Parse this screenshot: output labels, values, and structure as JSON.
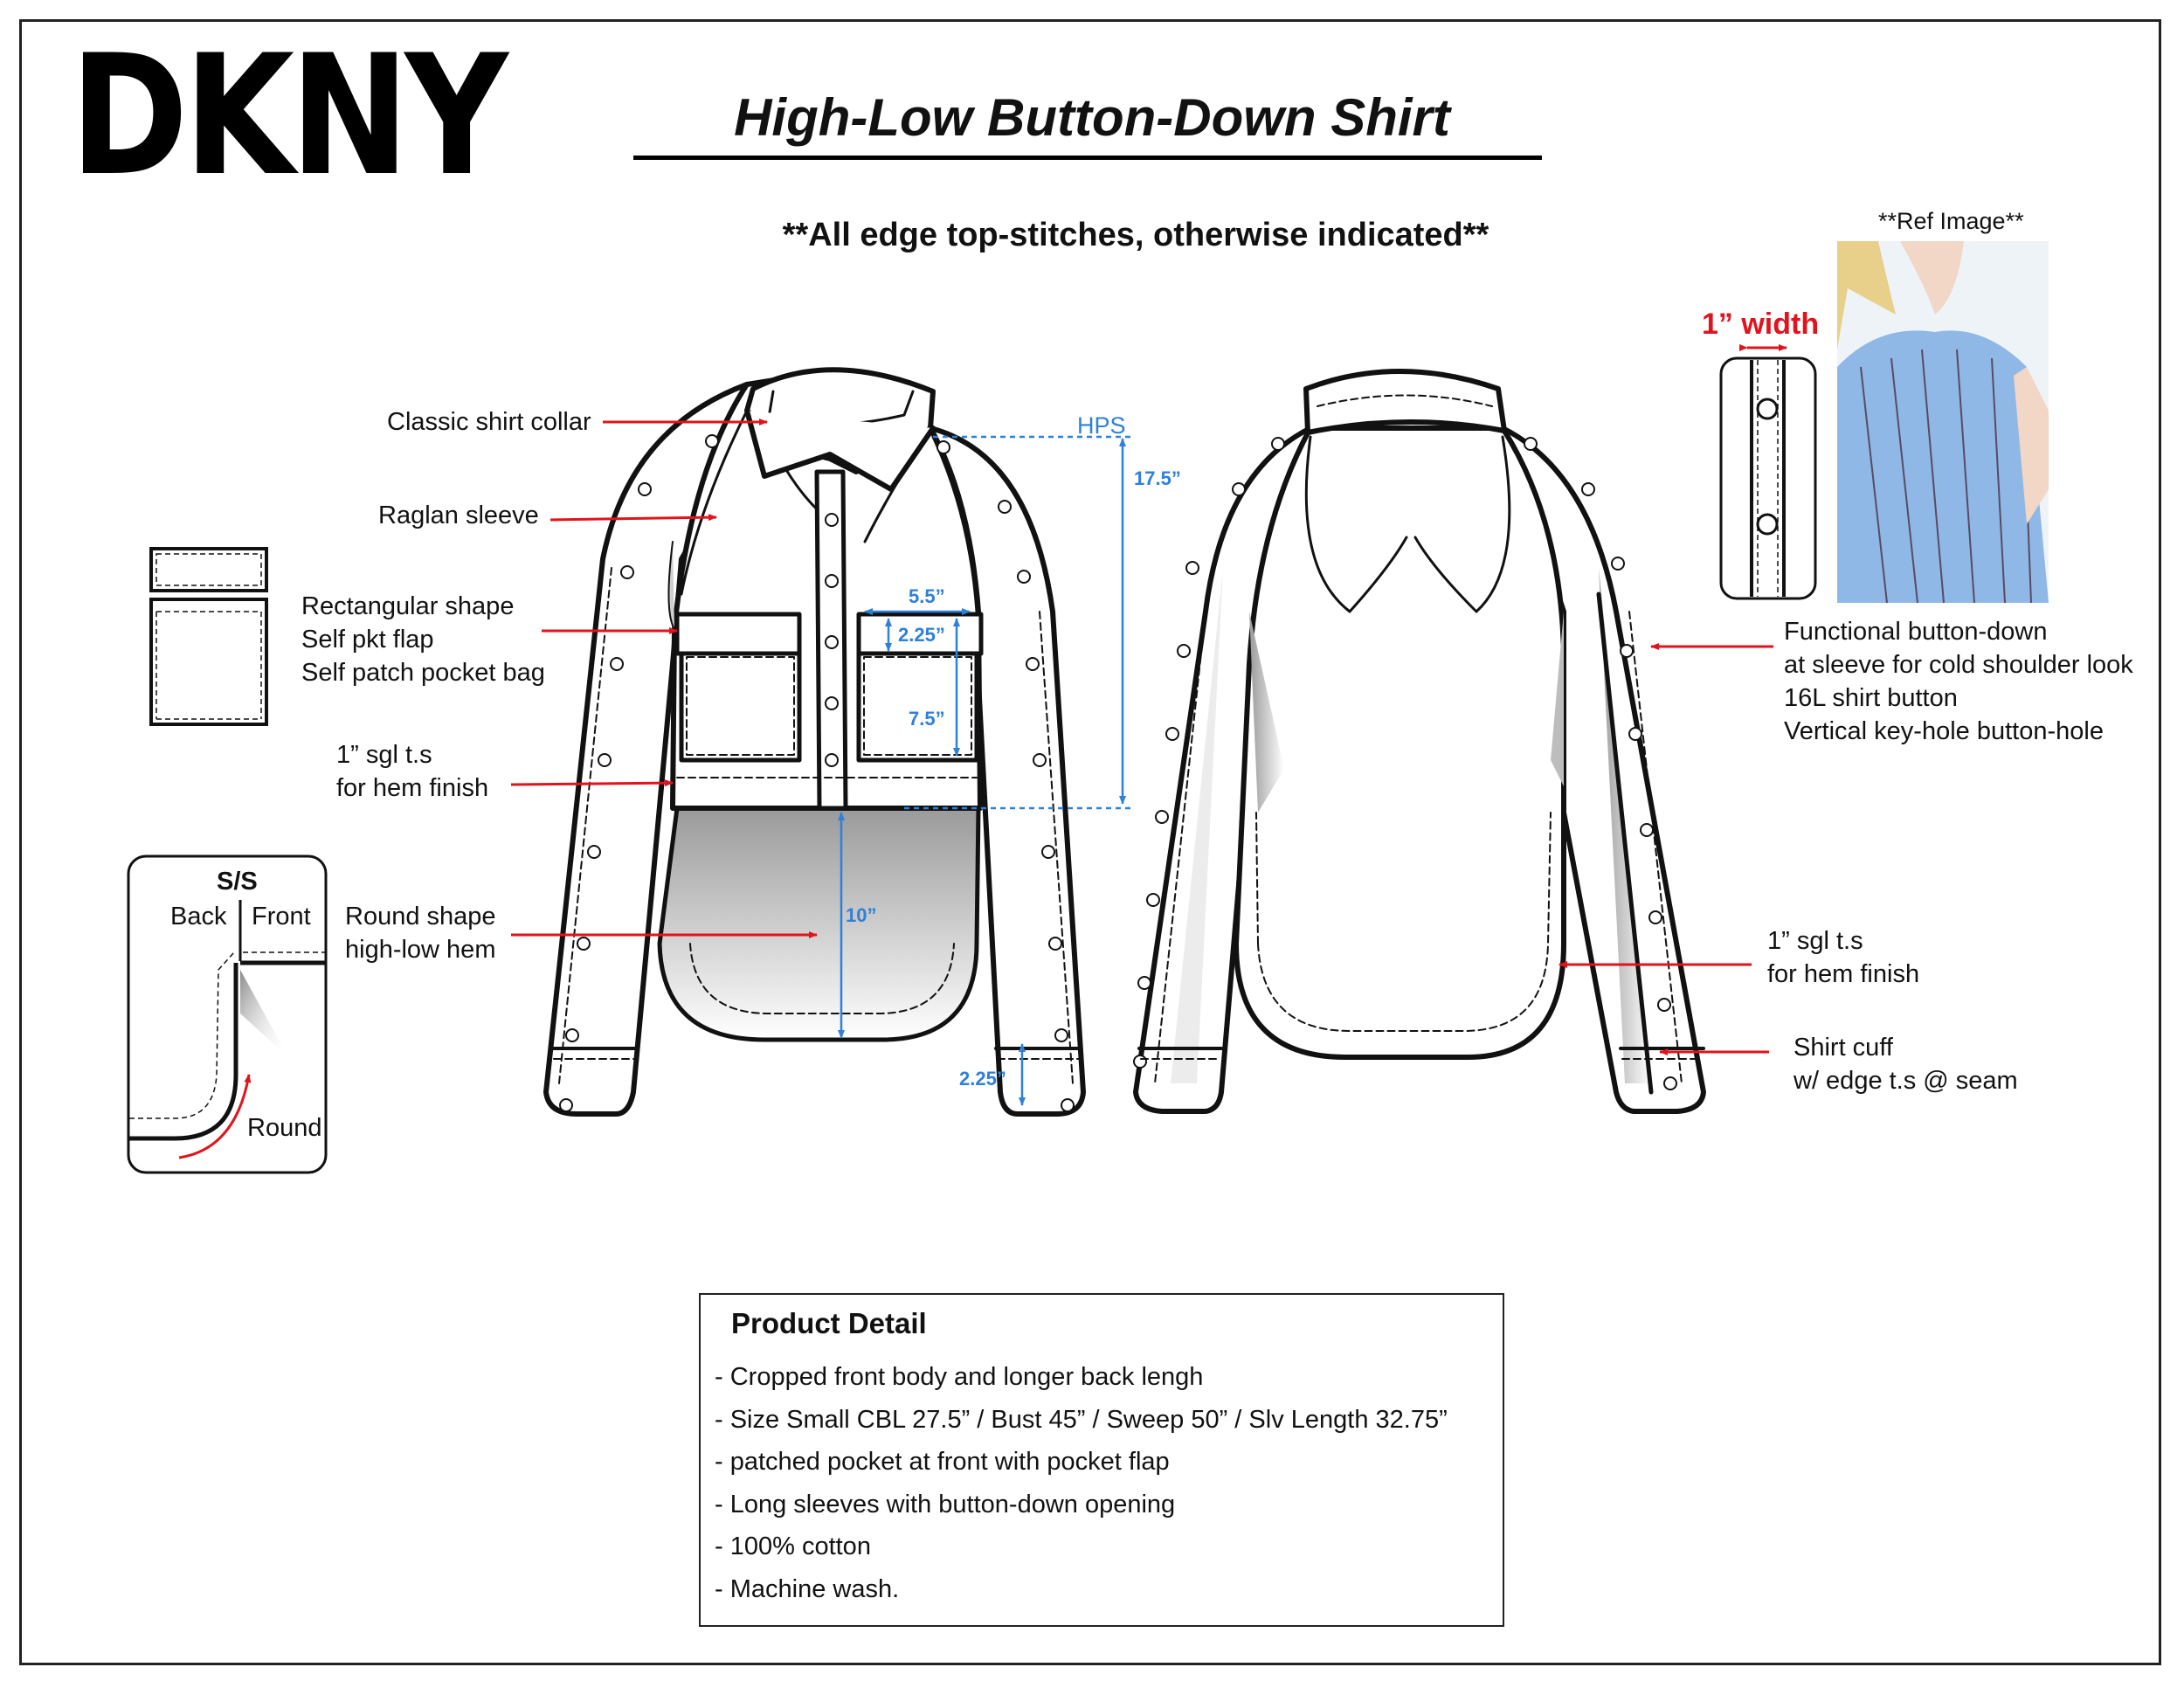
{
  "brand": "DKNY",
  "title": "High-Low Button-Down Shirt",
  "stitch_note": "**All edge top-stitches, otherwise indicated**",
  "ref_image_label": "**Ref Image**",
  "callouts": {
    "collar": "Classic shirt collar",
    "raglan": "Raglan sleeve",
    "pocket": [
      "Rectangular shape",
      "Self pkt flap",
      "Self patch pocket bag"
    ],
    "hem_front": [
      "1” sgl t.s",
      "for hem finish"
    ],
    "round_hem": [
      "Round shape",
      "high-low hem"
    ],
    "sleeve_button": [
      "Functional button-down",
      "at sleeve for cold shoulder look",
      "16L shirt button",
      "Vertical key-hole button-hole"
    ],
    "hem_back": [
      "1” sgl t.s",
      "for hem finish"
    ],
    "cuff": [
      "Shirt cuff",
      "w/ edge t.s @ seam"
    ]
  },
  "side_seam_detail": {
    "heading": "S/S",
    "back": "Back",
    "front": "Front",
    "round": "Round"
  },
  "placket_width_label": "1” width",
  "measurements": {
    "hps": "HPS",
    "hps_to_hem": "17.5”",
    "pocket_width": "5.5”",
    "flap_height": "2.25”",
    "pocket_height": "7.5”",
    "high_low_drop": "10”",
    "cuff_height": "2.25”"
  },
  "product_detail": {
    "heading": "Product Detail",
    "items": [
      "- Cropped front body and longer back lengh",
      "- Size Small CBL 27.5” / Bust 45” / Sweep 50” / Slv Length 32.75”",
      "- patched pocket at front with pocket flap",
      "- Long sleeves with button-down opening",
      "- 100% cotton",
      "- Machine wash."
    ]
  },
  "colors": {
    "callout_arrow": "#e0141c",
    "measure_line": "#2f80d8",
    "outline": "#111111"
  }
}
